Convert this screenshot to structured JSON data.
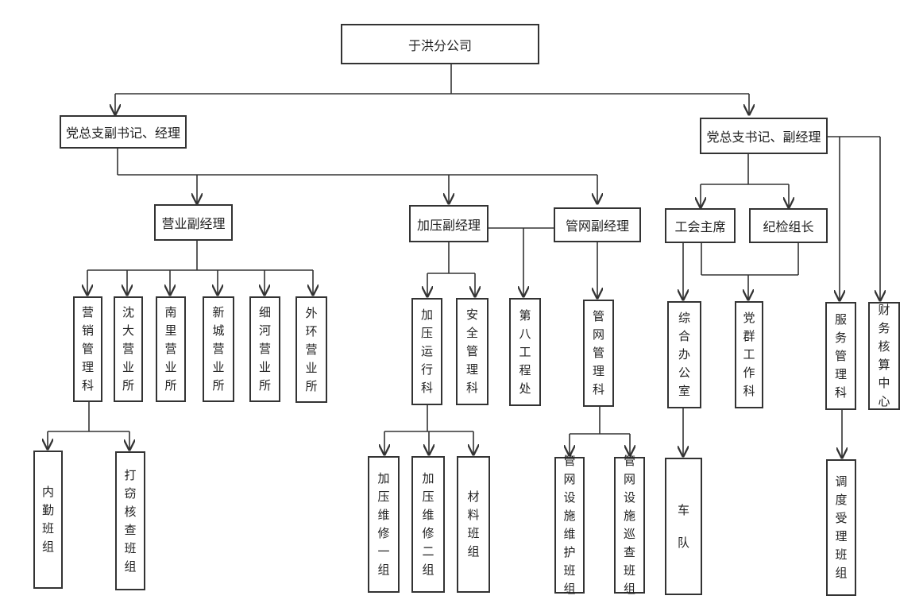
{
  "diagram": {
    "root": "于洪分公司",
    "party_deputy_secretary_manager": "党总支副书记、经理",
    "party_secretary_deputy_manager": "党总支书记、副经理",
    "sales_deputy_manager": "营业副经理",
    "pressurize_deputy_manager": "加压副经理",
    "pipe_deputy_manager": "管网副经理",
    "union_chair": "工会主席",
    "discipline_head": "纪检组长",
    "marketing_dept": "营销管理科",
    "shenda_office": "沈大营业所",
    "nanli_office": "南里营业所",
    "xincheng_office": "新城营业所",
    "xihe_office": "细河营业所",
    "waihuan_office": "外环营业所",
    "pressurize_ops_dept": "加压运行科",
    "safety_dept": "安全管理科",
    "eighth_eng_office": "第八工程处",
    "pipe_mgmt_dept": "管网管理科",
    "general_office": "综合办公室",
    "party_mass_dept": "党群工作科",
    "service_dept": "服务管理科",
    "finance_center": "财务核算中心",
    "internal_team": "内勤班组",
    "anti_theft_team": "打窃核查班组",
    "maint_team_1": "加压维修一组",
    "maint_team_2": "加压维修二组",
    "material_team": "材料班组",
    "pipe_maint_team": "管网设施维护班组",
    "pipe_patrol_team": "管网设施巡查班组",
    "motorcade": "车队",
    "dispatch_team": "调度受理班组"
  }
}
